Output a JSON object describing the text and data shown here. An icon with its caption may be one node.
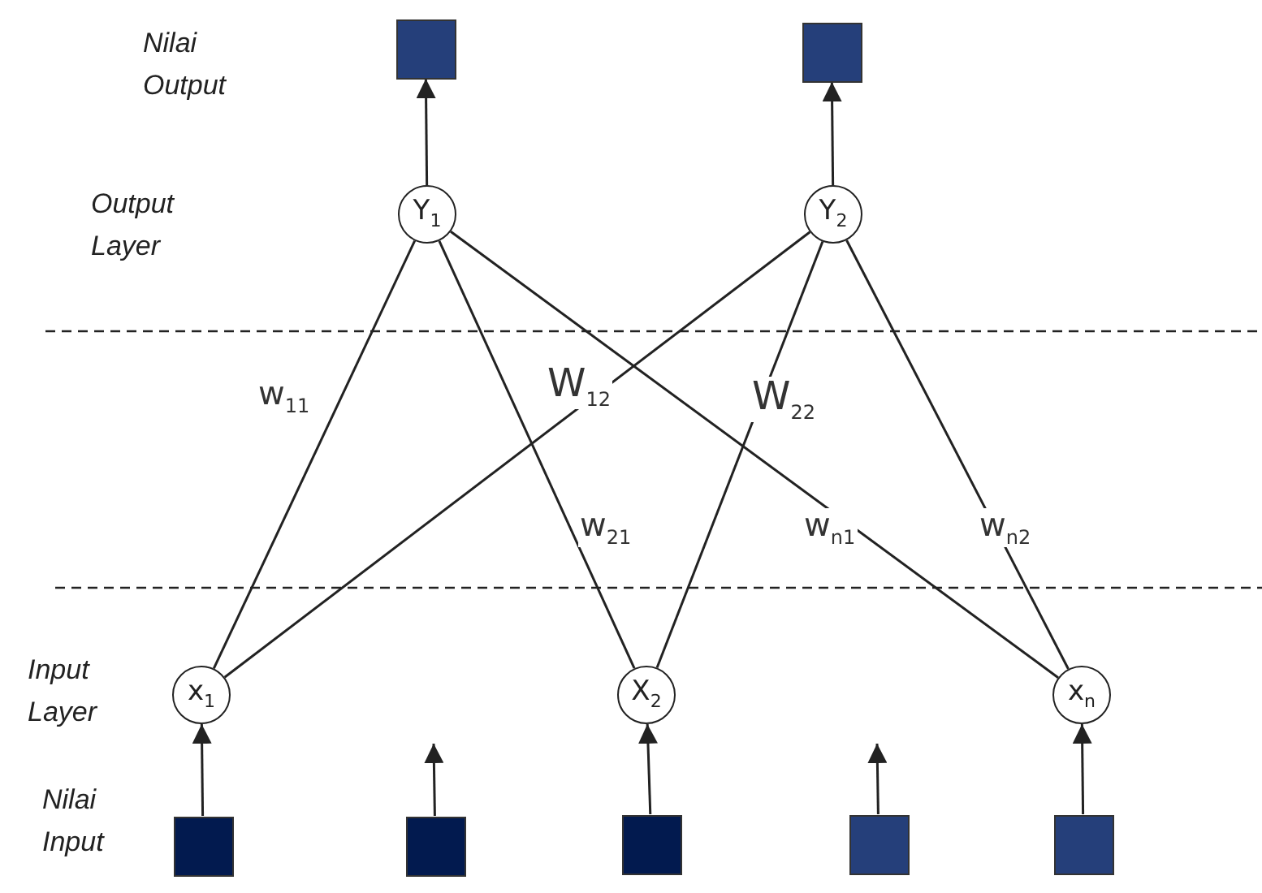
{
  "diagram": {
    "nodes": [
      {
        "text": [],
        "shape": "box"
      },
      {
        "text": [],
        "shape": "box"
      },
      {
        "text": [
          "Y$_{1}$"
        ]
      },
      {
        "text": [
          "Y$_{2}$"
        ]
      },
      {
        "text": [
          "x$_{1}$"
        ]
      },
      {
        "text": [
          "X$_{2}$"
        ]
      },
      {
        "text": [
          "x$_{n}$"
        ]
      },
      {
        "text": [],
        "shape": "box"
      },
      {
        "text": [],
        "shape": "box"
      },
      {
        "text": [],
        "shape": "box"
      },
      {
        "text": [],
        "shape": "box"
      },
      {
        "text": [],
        "shape": "box"
      }
    ],
    "edges": [
      {
        "from": 2,
        "to": 0,
        "arrow": "to"
      },
      {
        "from": 3,
        "to": 1,
        "arrow": "to"
      },
      {
        "from": 4,
        "to": 2,
        "arrow": "none",
        "label": "w$_{11}$"
      },
      {
        "from": 4,
        "to": 3,
        "arrow": "none",
        "label": "W$_{12}$"
      },
      {
        "from": 5,
        "to": 2,
        "arrow": "none",
        "label": "w$_{21}$"
      },
      {
        "from": 5,
        "to": 3,
        "arrow": "none",
        "label": "W$_{22}$"
      },
      {
        "from": 6,
        "to": 2,
        "arrow": "none",
        "label": "w$_{n1}$"
      },
      {
        "from": 6,
        "to": 3,
        "arrow": "none",
        "label": "w$_{n2}$"
      },
      {
        "from": 7,
        "to": 4,
        "arrow": "to"
      },
      {
        "from": 8,
        "to": null,
        "arrow": "to"
      },
      {
        "from": 9,
        "to": 5,
        "arrow": "to"
      },
      {
        "from": 10,
        "to": null,
        "arrow": "to"
      },
      {
        "from": 11,
        "to": 6,
        "arrow": "to"
      }
    ],
    "labels": [
      "Nilai Output",
      "Output Layer",
      "Input Layer",
      "Nilai Input"
    ]
  }
}
